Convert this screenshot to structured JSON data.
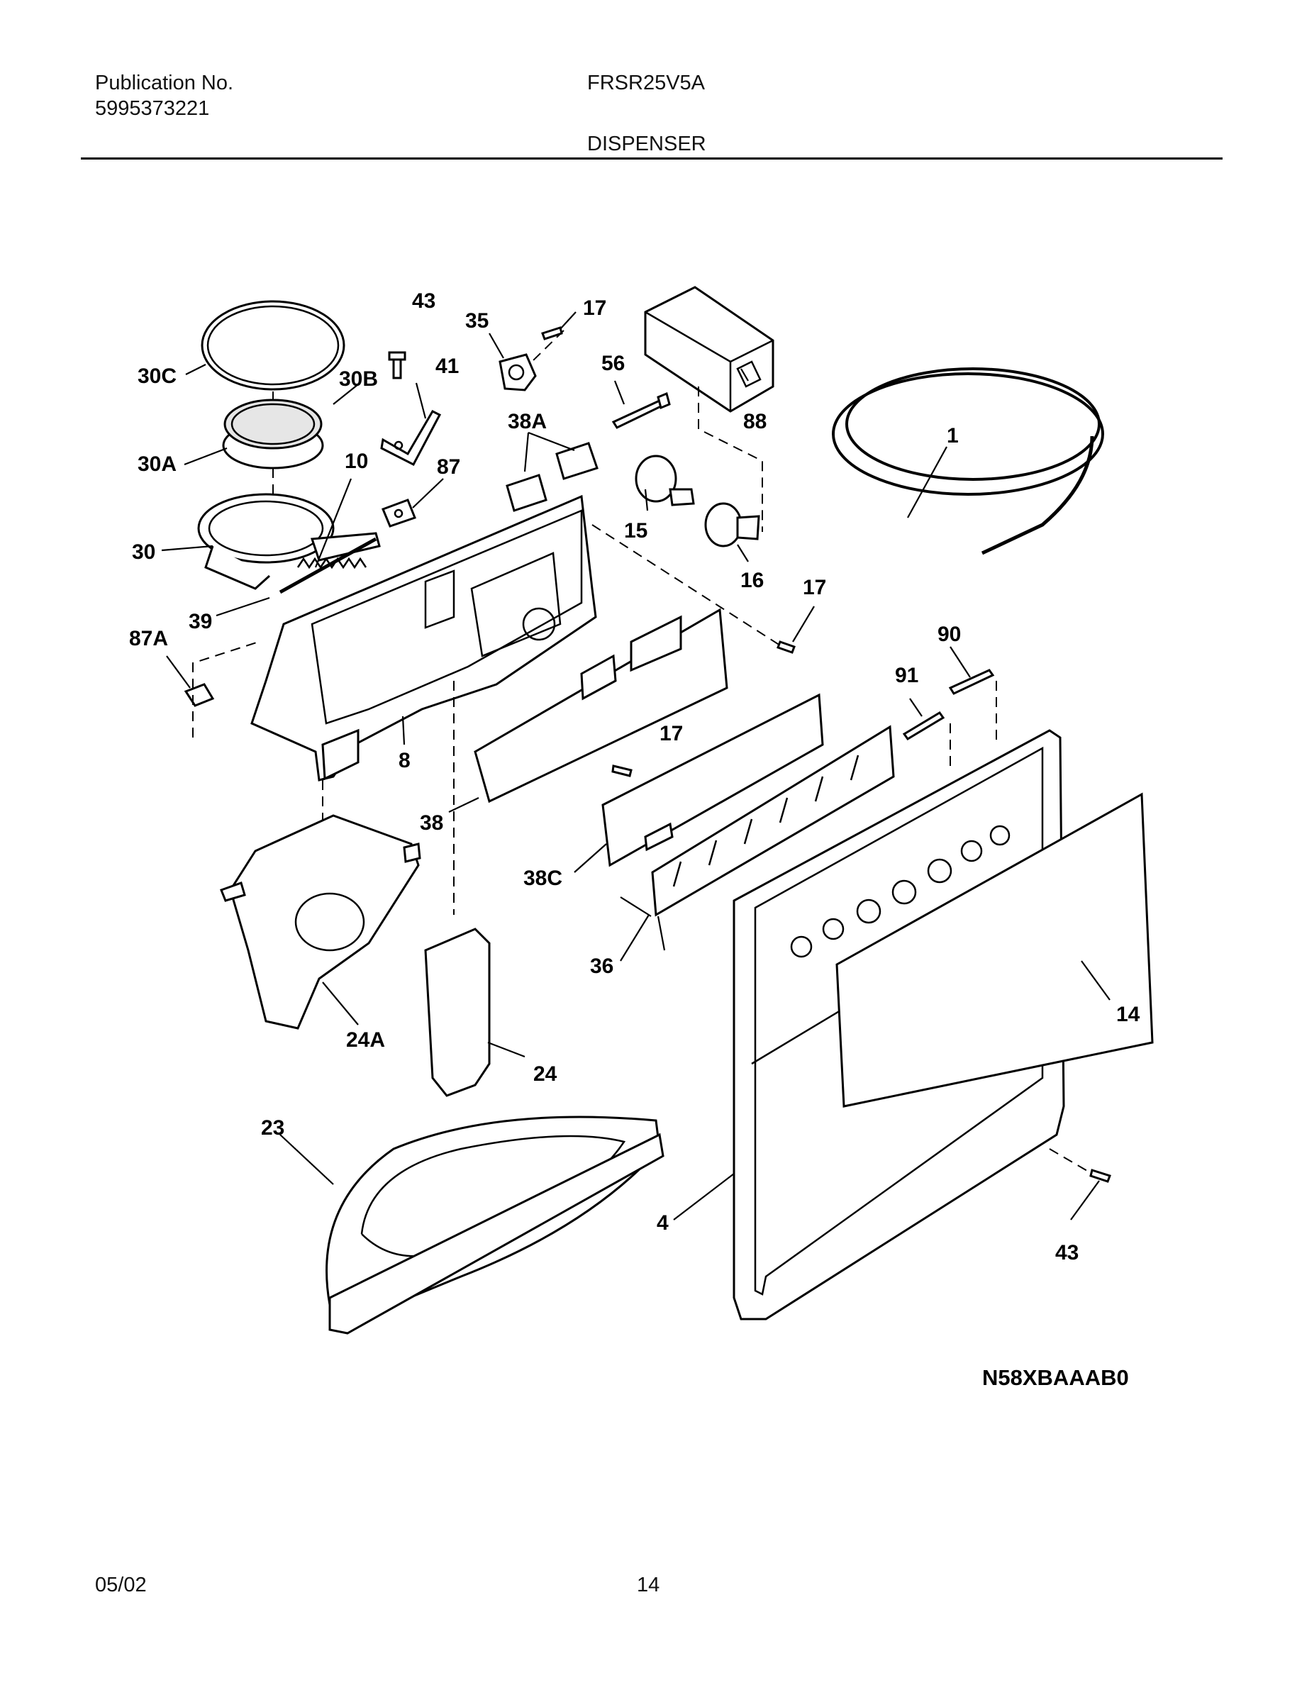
{
  "header": {
    "publication_label": "Publication No.",
    "publication_number": "5995373221",
    "model": "FRSR25V5A",
    "section": "DISPENSER"
  },
  "diagram": {
    "figure_code": "N58XBAAAB0",
    "callouts": {
      "c1": "1",
      "c4": "4",
      "c8": "8",
      "c10": "10",
      "c14": "14",
      "c15": "15",
      "c16": "16",
      "c17a": "17",
      "c17b": "17",
      "c17c": "17",
      "c23": "23",
      "c24": "24",
      "c24A": "24A",
      "c30": "30",
      "c30A": "30A",
      "c30B": "30B",
      "c30C": "30C",
      "c35": "35",
      "c36": "36",
      "c38": "38",
      "c38A": "38A",
      "c38C": "38C",
      "c39": "39",
      "c41": "41",
      "c43a": "43",
      "c43b": "43",
      "c56": "56",
      "c87": "87",
      "c87A": "87A",
      "c88": "88",
      "c90": "90",
      "c91": "91"
    }
  },
  "footer": {
    "date": "05/02",
    "page": "14"
  }
}
